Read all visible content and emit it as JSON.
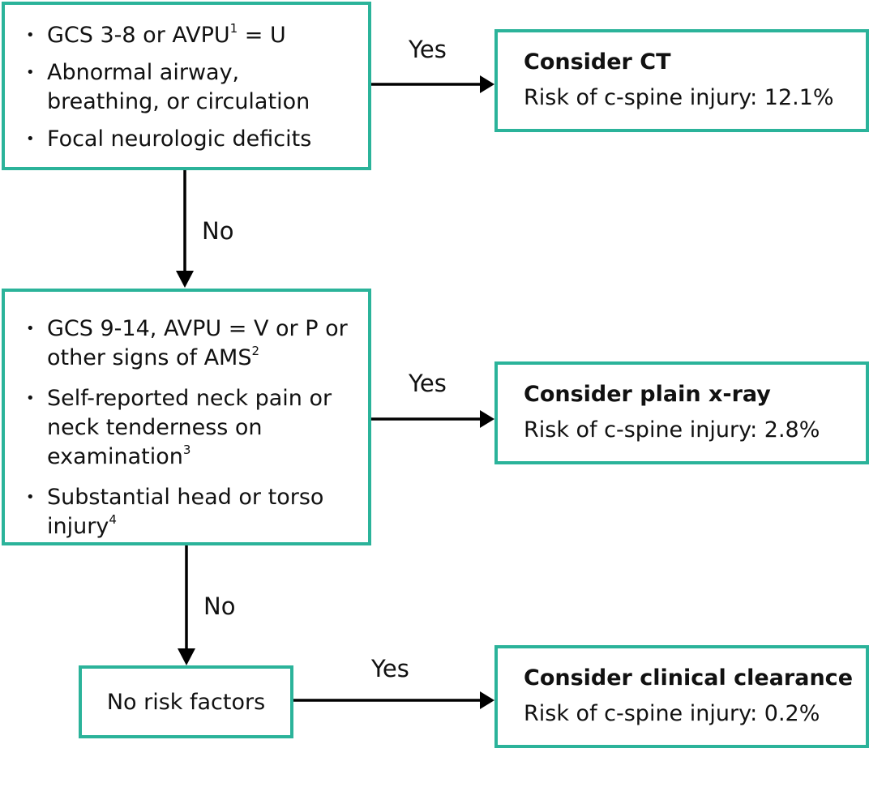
{
  "colors": {
    "box_border": "#2bb39a",
    "arrow": "#000000"
  },
  "step1": {
    "criteria": [
      {
        "text": "GCS 3-8 or AVPU",
        "sup": "1",
        "tail": " = U"
      },
      {
        "text": "Abnormal airway, breathing, or circulation",
        "sup": "",
        "tail": ""
      },
      {
        "text": "Focal neurologic deficits",
        "sup": "",
        "tail": ""
      }
    ],
    "yes_label": "Yes",
    "no_label": "No",
    "outcome": {
      "title": "Consider CT",
      "risk": "Risk of c-spine injury: 12.1%"
    }
  },
  "step2": {
    "criteria": [
      {
        "text": "GCS 9-14, AVPU = V or P or other signs of AMS",
        "sup": "2",
        "tail": ""
      },
      {
        "text": "Self-reported neck pain or neck tenderness on examination",
        "sup": "3",
        "tail": ""
      },
      {
        "text": "Substantial head or torso injury",
        "sup": "4",
        "tail": ""
      }
    ],
    "yes_label": "Yes",
    "no_label": "No",
    "outcome": {
      "title": "Consider plain x-ray",
      "risk": "Risk of c-spine injury: 2.8%"
    }
  },
  "step3": {
    "label": "No risk factors",
    "yes_label": "Yes",
    "outcome": {
      "title": "Consider clinical clearance",
      "risk": "Risk of c-spine injury: 0.2%"
    }
  }
}
